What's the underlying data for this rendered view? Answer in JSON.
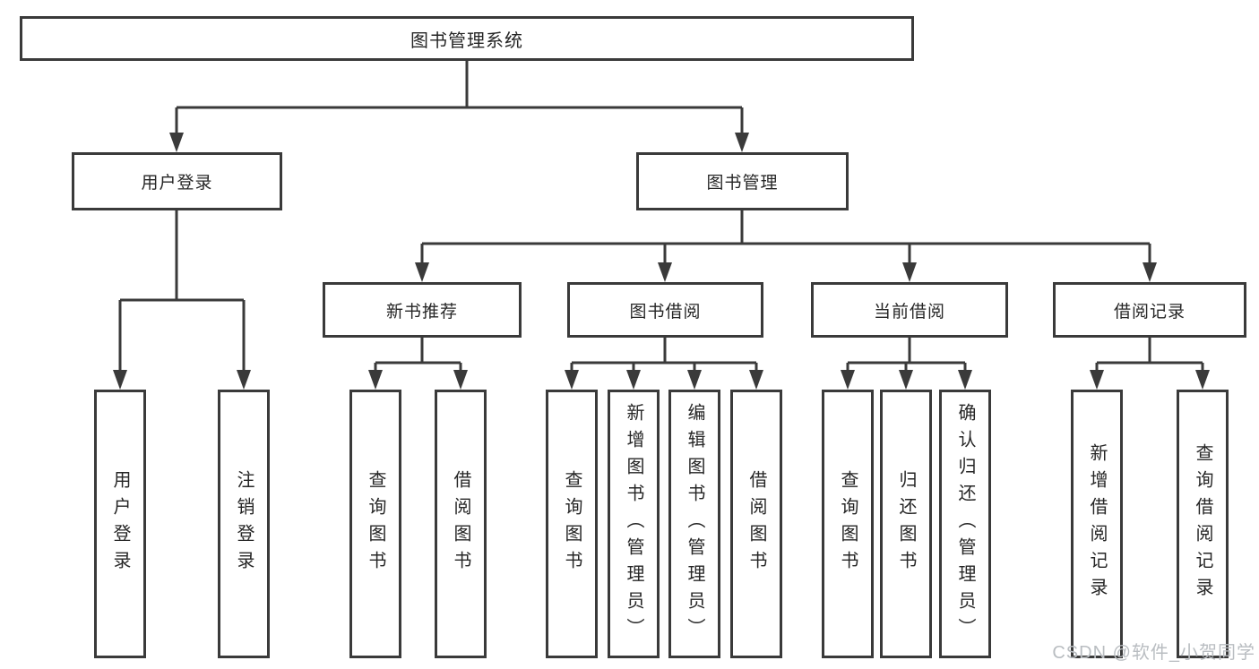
{
  "tree": {
    "root": {
      "label": "图书管理系统"
    },
    "children": [
      {
        "label": "用户登录",
        "children": [
          "用户登录",
          "注销登录"
        ]
      },
      {
        "label": "图书管理",
        "children": [
          {
            "label": "新书推荐",
            "children": [
              "查询图书",
              "借阅图书"
            ]
          },
          {
            "label": "图书借阅",
            "children": [
              "查询图书",
              "新增图书（管理员）",
              "编辑图书（管理员）",
              "借阅图书"
            ]
          },
          {
            "label": "当前借阅",
            "children": [
              "查询图书",
              "归还图书",
              "确认归还（管理员）"
            ]
          },
          {
            "label": "借阅记录",
            "children": [
              "新增借阅记录",
              "查询借阅记录"
            ]
          }
        ]
      }
    ]
  },
  "watermark": {
    "text": "CSDN @软件_小贺同学"
  },
  "colors": {
    "line": "#3a3a3a",
    "text": "#262626",
    "background": "#ffffff",
    "watermark": "#b9bdc1"
  }
}
